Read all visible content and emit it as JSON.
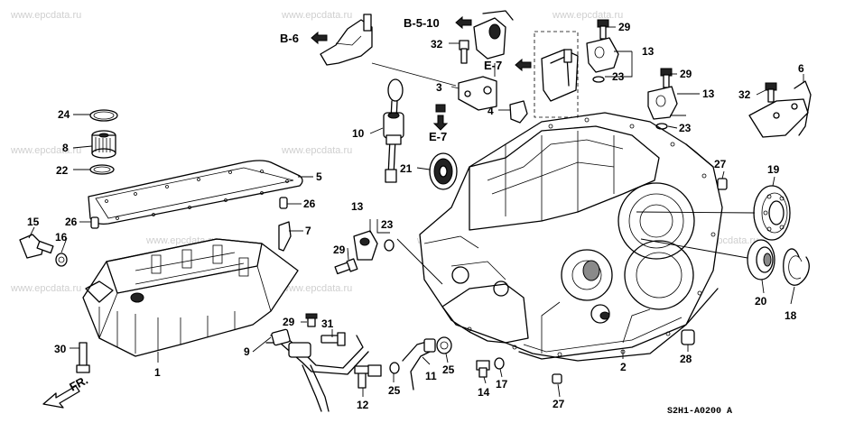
{
  "watermark": "www.epcdata.ru",
  "diagram_code": "S2H1-A0200 A",
  "direction_label": "FR.",
  "references": {
    "b6": "B-6",
    "b510": "B-5-10",
    "e7a": "E-7",
    "e7b": "E-7"
  },
  "callouts": [
    {
      "id": "c1",
      "label": "1"
    },
    {
      "id": "c2",
      "label": "2"
    },
    {
      "id": "c3",
      "label": "3"
    },
    {
      "id": "c4",
      "label": "4"
    },
    {
      "id": "c5",
      "label": "5"
    },
    {
      "id": "c6",
      "label": "6"
    },
    {
      "id": "c7",
      "label": "7"
    },
    {
      "id": "c8",
      "label": "8"
    },
    {
      "id": "c9",
      "label": "9"
    },
    {
      "id": "c10",
      "label": "10"
    },
    {
      "id": "c11",
      "label": "11"
    },
    {
      "id": "c12",
      "label": "12"
    },
    {
      "id": "c13a",
      "label": "13"
    },
    {
      "id": "c13b",
      "label": "13"
    },
    {
      "id": "c13c",
      "label": "13"
    },
    {
      "id": "c14",
      "label": "14"
    },
    {
      "id": "c15",
      "label": "15"
    },
    {
      "id": "c16",
      "label": "16"
    },
    {
      "id": "c17",
      "label": "17"
    },
    {
      "id": "c18",
      "label": "18"
    },
    {
      "id": "c19",
      "label": "19"
    },
    {
      "id": "c20",
      "label": "20"
    },
    {
      "id": "c21",
      "label": "21"
    },
    {
      "id": "c22",
      "label": "22"
    },
    {
      "id": "c23a",
      "label": "23"
    },
    {
      "id": "c23b",
      "label": "23"
    },
    {
      "id": "c23c",
      "label": "23"
    },
    {
      "id": "c24",
      "label": "24"
    },
    {
      "id": "c25a",
      "label": "25"
    },
    {
      "id": "c25b",
      "label": "25"
    },
    {
      "id": "c26a",
      "label": "26"
    },
    {
      "id": "c26b",
      "label": "26"
    },
    {
      "id": "c27a",
      "label": "27"
    },
    {
      "id": "c27b",
      "label": "27"
    },
    {
      "id": "c28",
      "label": "28"
    },
    {
      "id": "c29a",
      "label": "29"
    },
    {
      "id": "c29b",
      "label": "29"
    },
    {
      "id": "c29c",
      "label": "29"
    },
    {
      "id": "c29d",
      "label": "29"
    },
    {
      "id": "c30",
      "label": "30"
    },
    {
      "id": "c31",
      "label": "31"
    },
    {
      "id": "c32a",
      "label": "32"
    },
    {
      "id": "c32b",
      "label": "32"
    }
  ]
}
